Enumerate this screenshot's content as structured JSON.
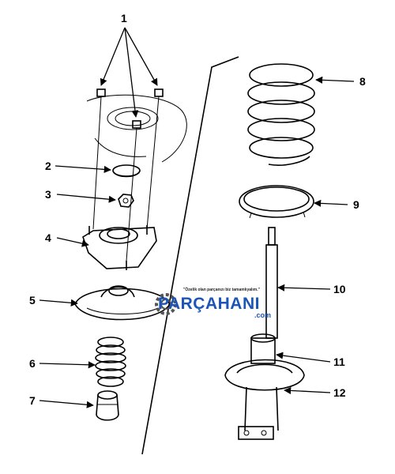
{
  "labels": {
    "l1": "1",
    "l2": "2",
    "l3": "3",
    "l4": "4",
    "l5": "5",
    "l6": "6",
    "l7": "7",
    "l8": "8",
    "l9": "9",
    "l10": "10",
    "l11": "11",
    "l12": "12"
  },
  "watermark": {
    "tagline": "\"Özelik olan parçanızı biz tamamlıyalım.\"",
    "brand": "PARÇAHANI",
    "domain": ".com"
  },
  "colors": {
    "ink": "#000000",
    "brand": "#1c55b8",
    "gear": "#555555"
  },
  "icons": {
    "watermark_logo": "gear-icon"
  }
}
